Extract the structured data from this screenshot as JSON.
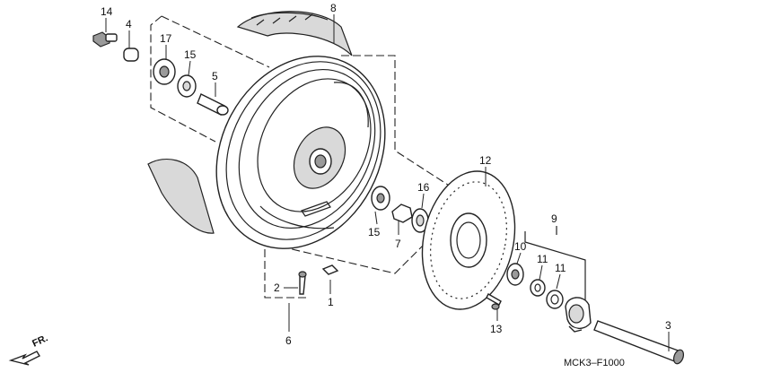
{
  "callouts": {
    "p14": "14",
    "p4": "4",
    "p17": "17",
    "p15a": "15",
    "p5": "5",
    "p8": "8",
    "p12": "12",
    "p16": "16",
    "p15b": "15",
    "p7": "7",
    "p9": "9",
    "p10": "10",
    "p11a": "11",
    "p11b": "11",
    "p2": "2",
    "p1": "1",
    "p6": "6",
    "p13": "13",
    "p3": "3"
  },
  "diagram_code": "MCK3–F1000",
  "direction_label": "FR."
}
